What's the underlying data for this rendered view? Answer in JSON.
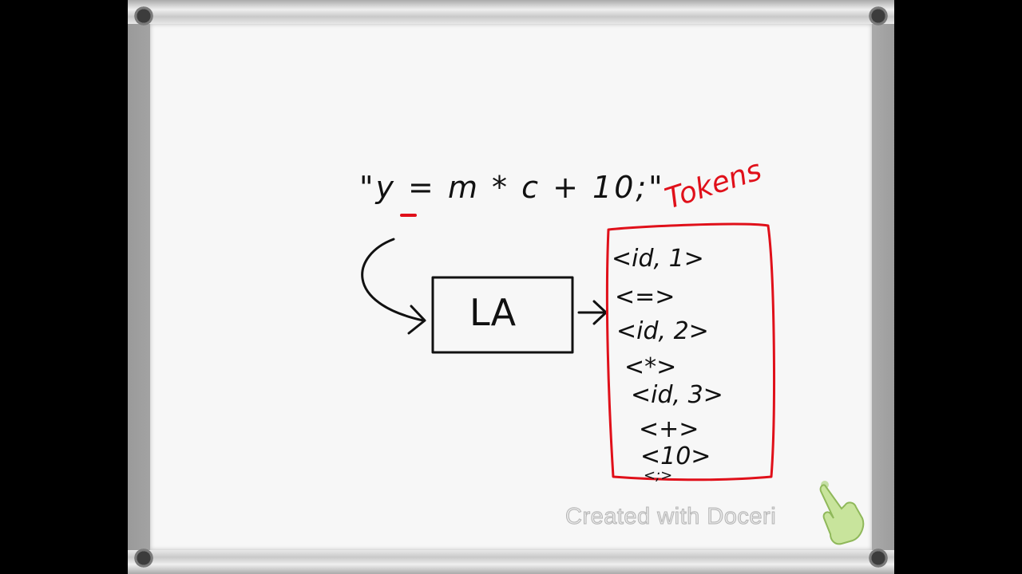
{
  "expression": "\"y = m * c + 10;\"",
  "tokens_label": "Tokens",
  "box_label": "LA",
  "tokens": [
    "<id, 1>",
    "<=>",
    "<id, 2>",
    "<*>",
    "<id, 3>",
    "<+>",
    "<10>",
    "<;>"
  ],
  "watermark": "Created with Doceri",
  "colors": {
    "ink": "#111111",
    "highlight": "#e0101a"
  },
  "icons": [
    "pointing-hand-icon"
  ]
}
